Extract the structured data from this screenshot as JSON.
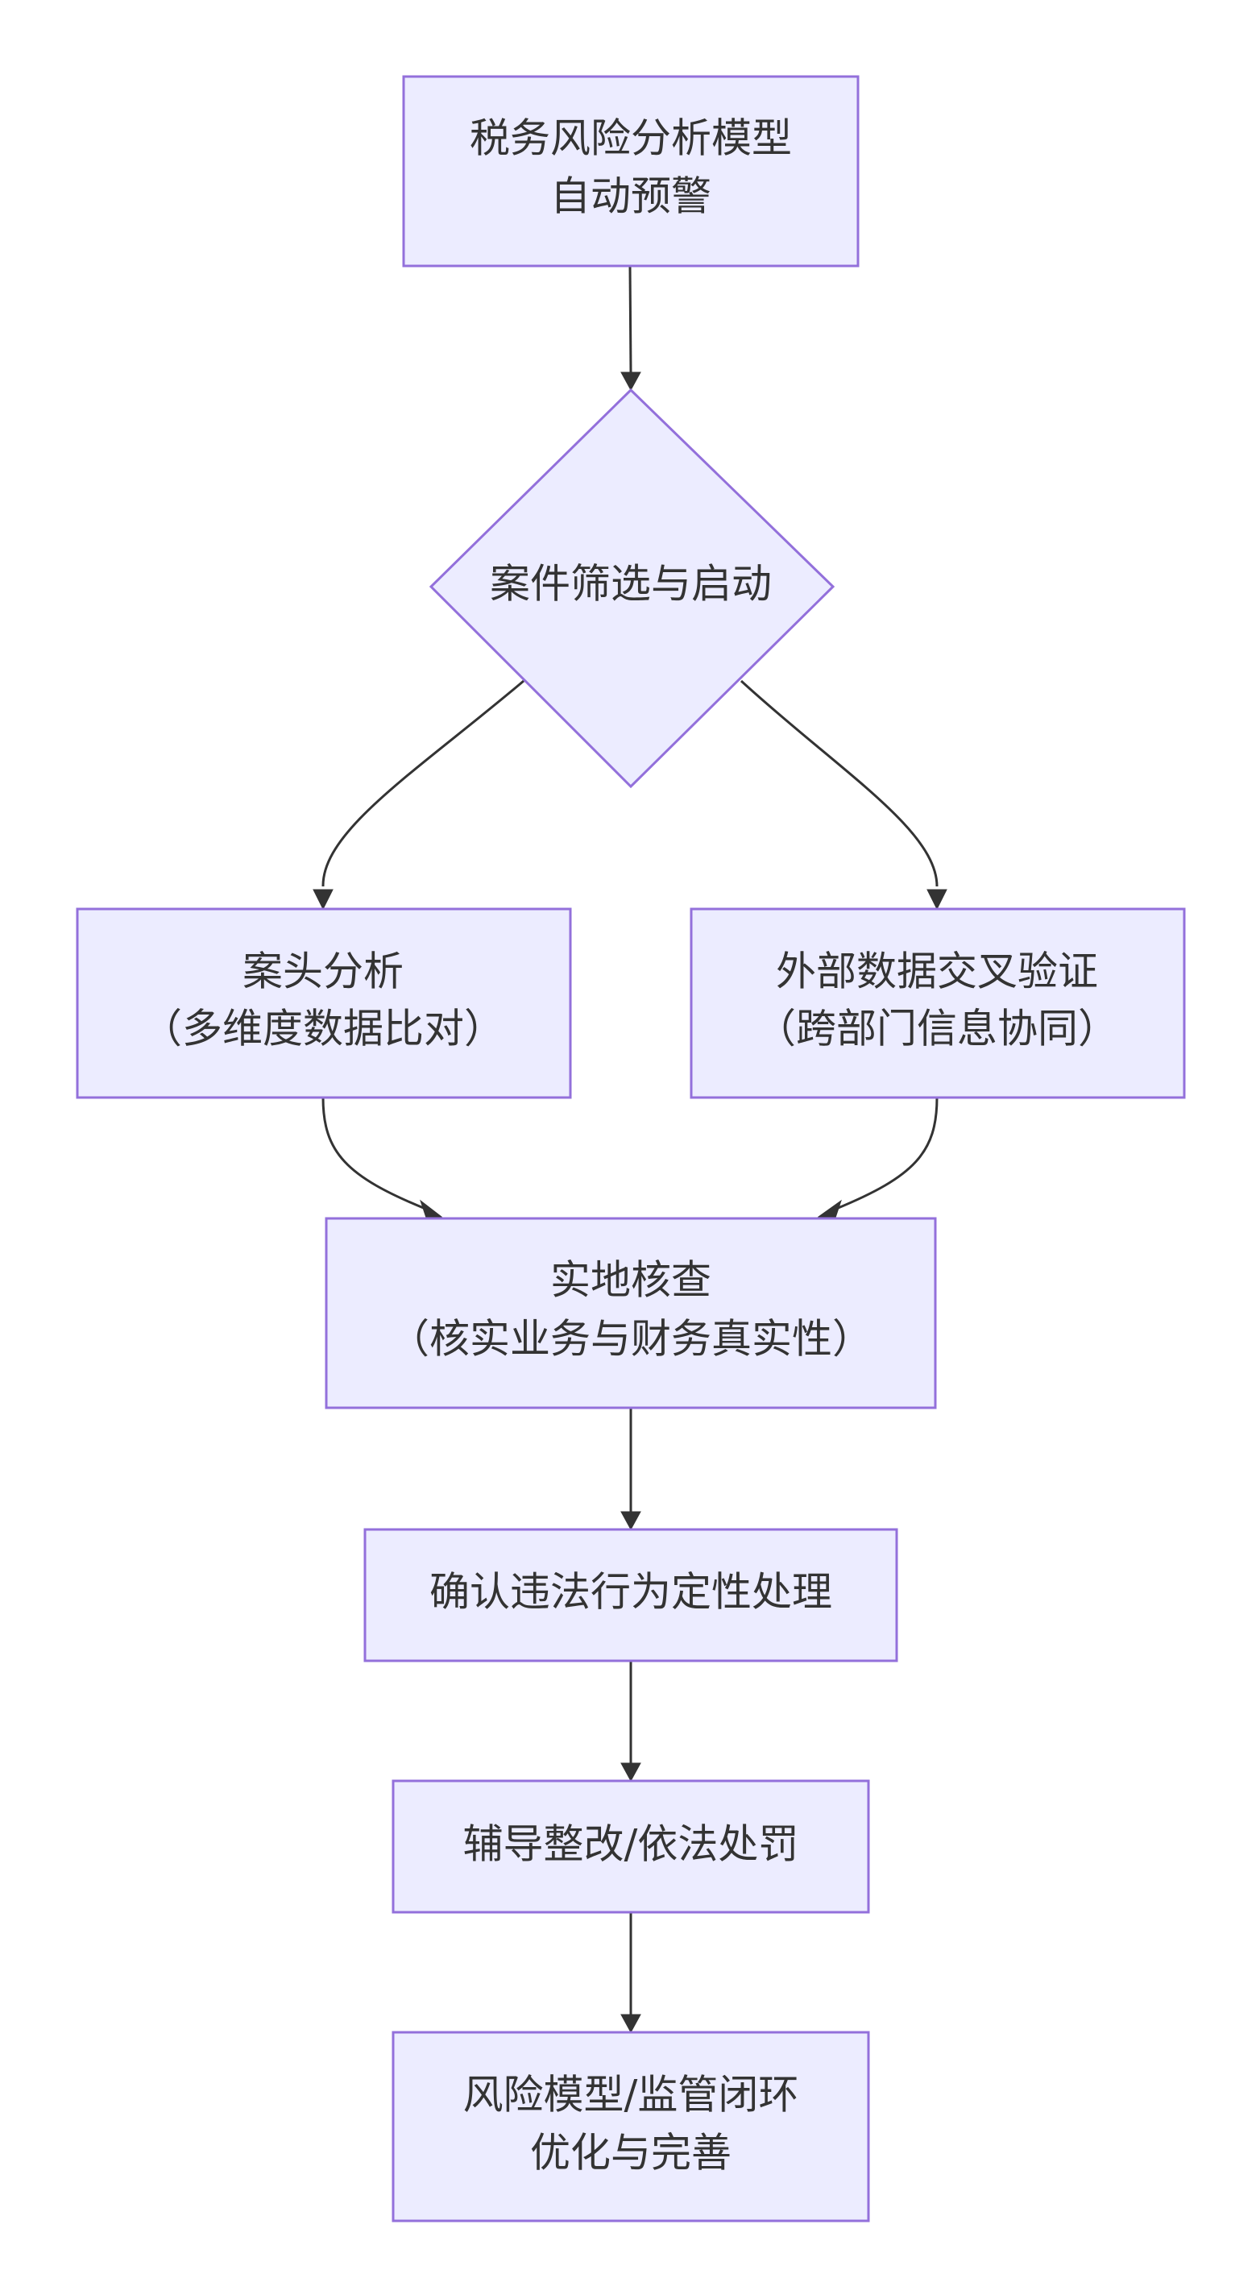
{
  "nodes": {
    "warning": {
      "lines": [
        "税务风险分析模型",
        "自动预警"
      ]
    },
    "screening": {
      "lines": [
        "案件筛选与启动"
      ]
    },
    "desk_analysis": {
      "lines": [
        "案头分析",
        "（多维度数据比对）"
      ]
    },
    "cross_verify": {
      "lines": [
        "外部数据交叉验证",
        "（跨部门信息协同）"
      ]
    },
    "field_check": {
      "lines": [
        "实地核查",
        "（核实业务与财务真实性）"
      ]
    },
    "confirm": {
      "lines": [
        "确认违法行为定性处理"
      ]
    },
    "rectify": {
      "lines": [
        "辅导整改/依法处罚"
      ]
    },
    "optimize": {
      "lines": [
        "风险模型/监管闭环",
        "优化与完善"
      ]
    }
  },
  "colors": {
    "node_fill": "#ececff",
    "node_stroke": "#9370db",
    "edge": "#333333",
    "text": "#333333"
  }
}
